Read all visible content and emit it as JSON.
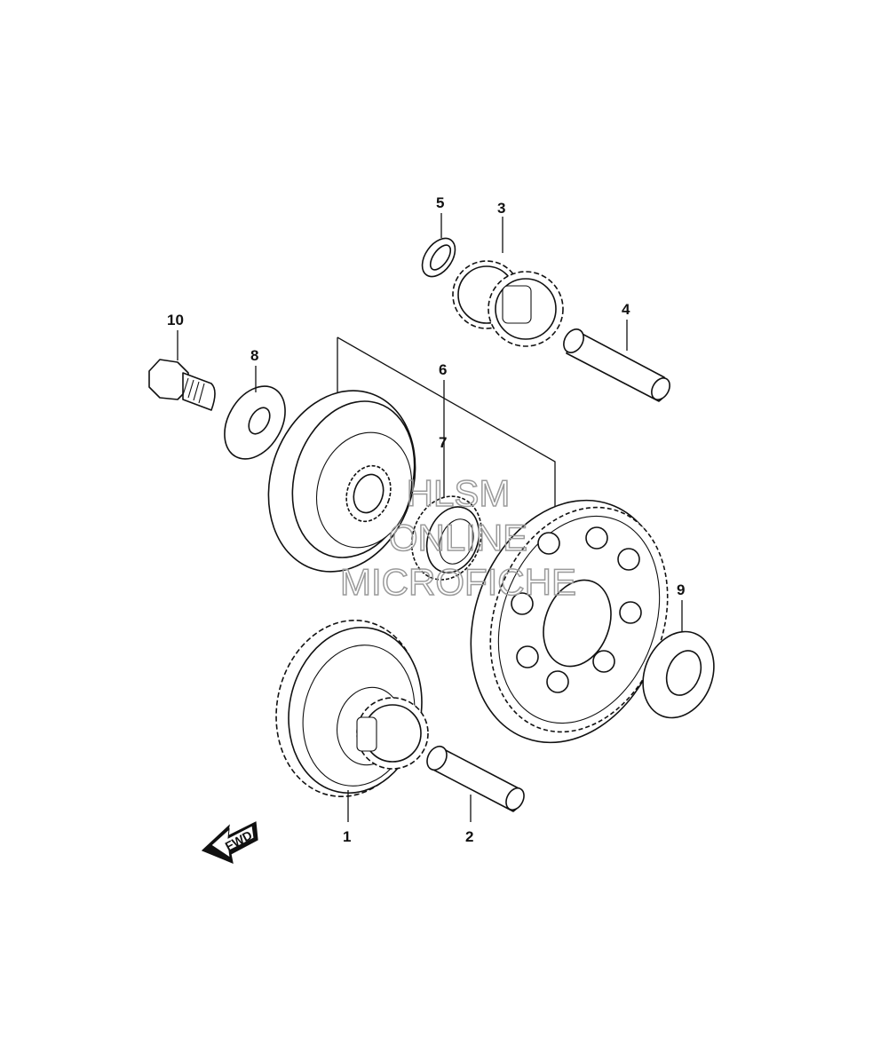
{
  "diagram": {
    "callouts": [
      "1",
      "2",
      "3",
      "4",
      "5",
      "6",
      "7",
      "8",
      "9",
      "10"
    ],
    "direction_label": "FWD",
    "watermark": {
      "line1": "HLSM",
      "line2": "ONLINE",
      "line3": "MICROFICHE"
    }
  }
}
